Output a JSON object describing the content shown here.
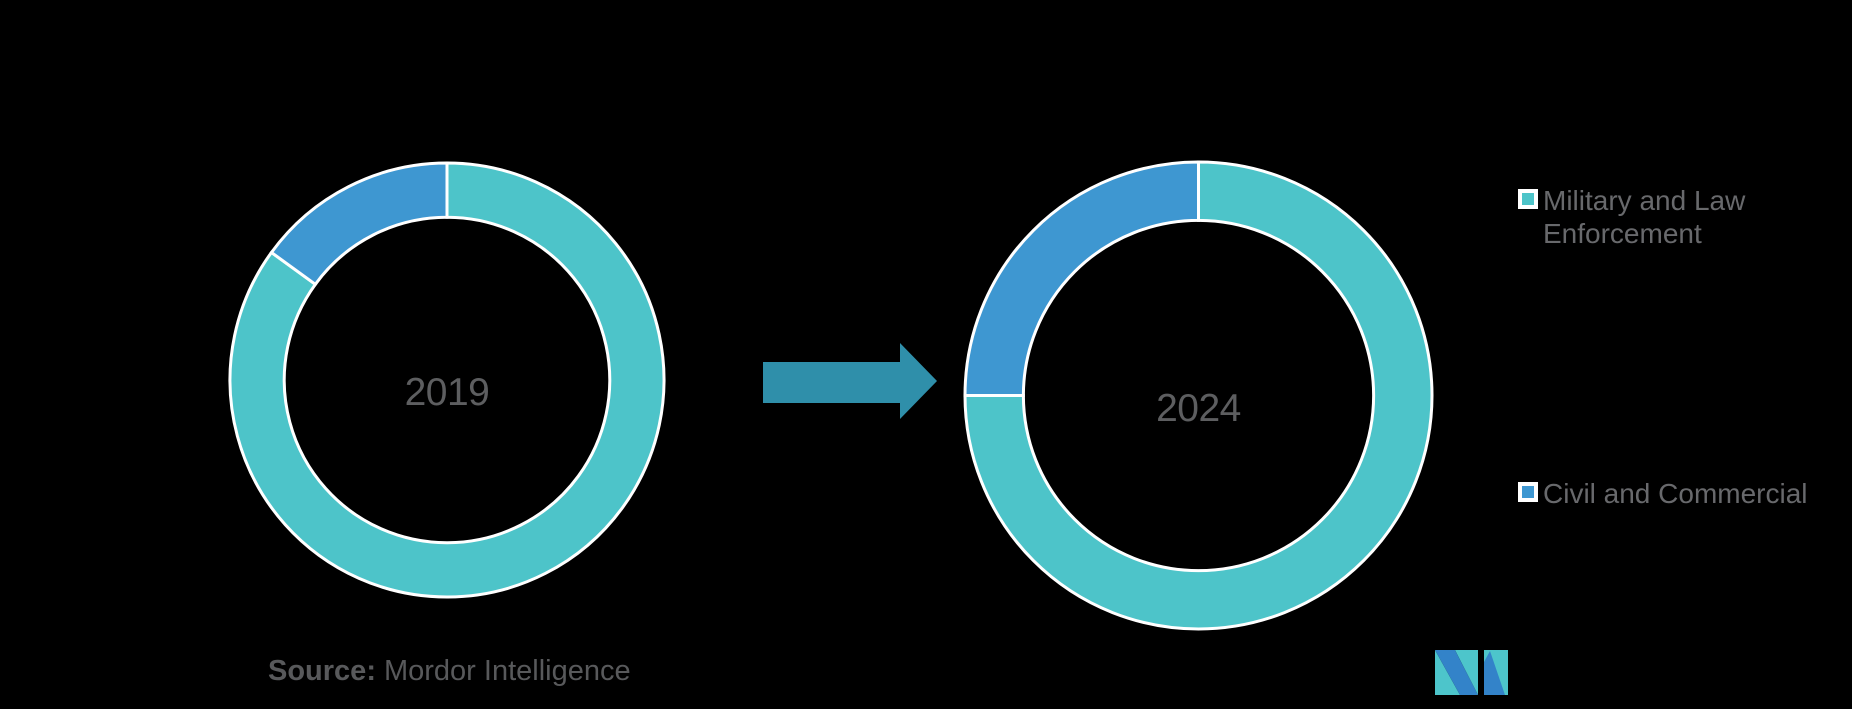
{
  "background_color": "#000000",
  "chart_data": [
    {
      "type": "pie",
      "subtype": "donut",
      "center_label": "2019",
      "hole_ratio": 0.75,
      "start_angle": "12 o'clock",
      "direction": "clockwise",
      "labels": [
        "Military and Law Enforcement",
        "Civil and Commercial"
      ],
      "values_pct": [
        85,
        15
      ],
      "colors": [
        "#4dc4c9",
        "#3e97d1"
      ],
      "slice_border_color": "#ffffff"
    },
    {
      "type": "pie",
      "subtype": "donut",
      "center_label": "2024",
      "hole_ratio": 0.75,
      "start_angle": "12 o'clock",
      "direction": "clockwise",
      "labels": [
        "Military and Law Enforcement",
        "Civil and Commercial"
      ],
      "values_pct": [
        75,
        25
      ],
      "colors": [
        "#4dc4c9",
        "#3e97d1"
      ],
      "slice_border_color": "#ffffff"
    }
  ],
  "legend": {
    "position": "right",
    "items": [
      {
        "label": "Military and Law Enforcement",
        "color": "#4dc4c9"
      },
      {
        "label": "Civil and Commercial",
        "color": "#3e97d1"
      }
    ]
  },
  "transition_arrow": {
    "direction": "right",
    "color": "#2f8faa"
  },
  "source_line": {
    "prefix": "Source:",
    "text": "Mordor Intelligence"
  },
  "logo": {
    "name": "mordor-intelligence-logo-mark",
    "colors": {
      "teal": "#4dc5cb",
      "blue": "#3383c9"
    }
  },
  "text_colors": {
    "center_label": "#5d5e60",
    "legend": "#68696c",
    "source": "#58595b"
  }
}
